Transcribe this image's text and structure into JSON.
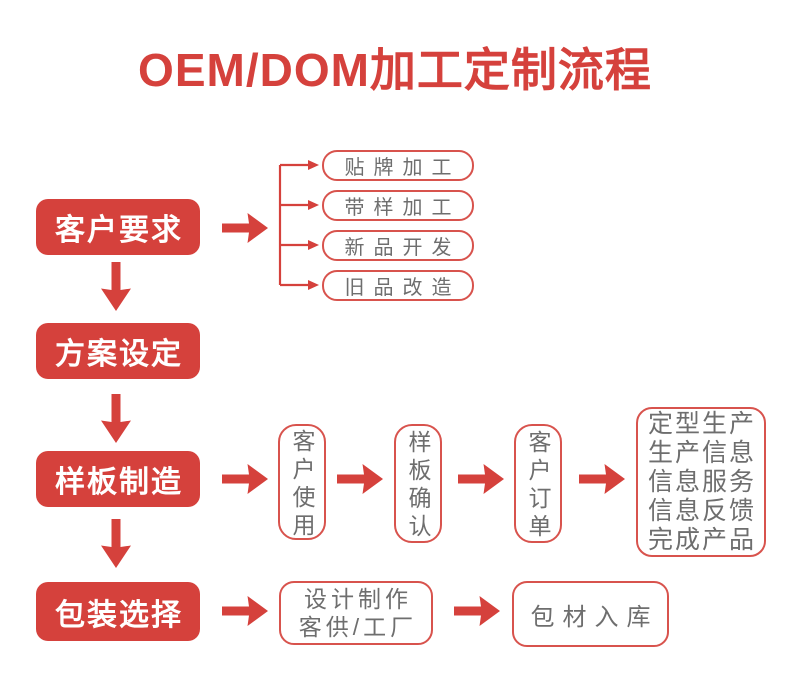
{
  "title": "OEM/DOM加工定制流程",
  "colors": {
    "primary_red": "#d5413c",
    "box_border_red": "#d8534d",
    "box_text_gray": "#6e6e6e",
    "background": "#ffffff"
  },
  "stages": [
    {
      "label": "客户要求"
    },
    {
      "label": "方案设定"
    },
    {
      "label": "样板制造"
    },
    {
      "label": "包装选择"
    }
  ],
  "options": [
    {
      "label": "贴牌加工"
    },
    {
      "label": "带样加工"
    },
    {
      "label": "新品开发"
    },
    {
      "label": "旧品改造"
    }
  ],
  "sample_flow": [
    {
      "label": "客户使用"
    },
    {
      "label": "样板确认"
    },
    {
      "label": "客户订单"
    }
  ],
  "production": {
    "lines": [
      "定型生产",
      "生产信息",
      "信息服务",
      "信息反馈",
      "完成产品"
    ]
  },
  "packaging": {
    "design": {
      "lines": [
        "设计制作",
        "客供/工厂"
      ]
    },
    "warehouse": {
      "label": "包材入库"
    }
  }
}
